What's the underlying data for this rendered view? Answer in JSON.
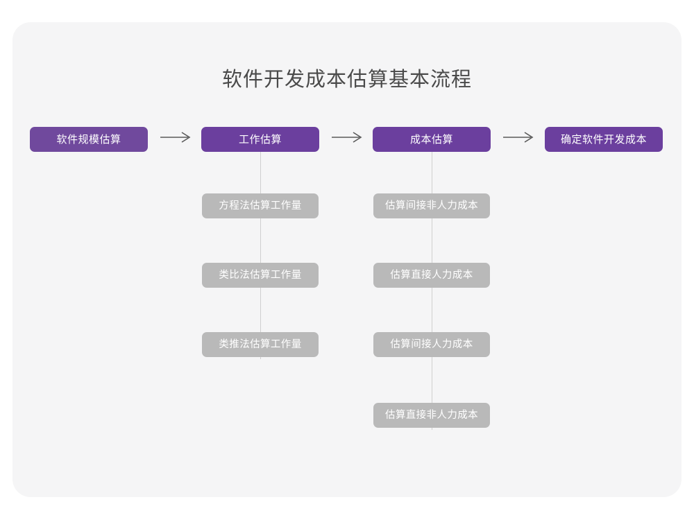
{
  "page": {
    "title": "软件开发成本估算基本流程",
    "background_color": "#ffffff",
    "card_color": "#f5f5f6",
    "accent_color": "#6b3f9e",
    "sub_node_color": "#b9b9b9",
    "connector_color": "#cfcfcf",
    "arrow_color": "#595959"
  },
  "chart_data": {
    "type": "diagram",
    "diagram_kind": "flowchart",
    "title": "软件开发成本估算基本流程",
    "orientation": "left-to-right with vertical sub-branches",
    "main_flow": [
      {
        "id": "step1",
        "label": "软件规模估算",
        "color": "#70499d",
        "sub_steps": []
      },
      {
        "id": "step2",
        "label": "工作估算",
        "color": "#6b3f9e",
        "sub_steps": [
          "方程法估算工作量",
          "类比法估算工作量",
          "类推法估算工作量"
        ]
      },
      {
        "id": "step3",
        "label": "成本估算",
        "color": "#6b3f9e",
        "sub_steps": [
          "估算间接非人力成本",
          "估算直接人力成本",
          "估算间接人力成本",
          "估算直接非人力成本"
        ]
      },
      {
        "id": "step4",
        "label": "确定软件开发成本",
        "color": "#6b3f9e",
        "sub_steps": []
      }
    ],
    "connectors": [
      {
        "from": "step1",
        "to": "step2",
        "glyph": "arrow-right"
      },
      {
        "from": "step2",
        "to": "step3",
        "glyph": "arrow-right"
      },
      {
        "from": "step3",
        "to": "step4",
        "glyph": "arrow-right"
      }
    ]
  },
  "nodes": {
    "step1": {
      "label": "软件规模估算"
    },
    "step2": {
      "label": "工作估算"
    },
    "step3": {
      "label": "成本估算"
    },
    "step4": {
      "label": "确定软件开发成本"
    },
    "step2_sub1": {
      "label": "方程法估算工作量"
    },
    "step2_sub2": {
      "label": "类比法估算工作量"
    },
    "step2_sub3": {
      "label": "类推法估算工作量"
    },
    "step3_sub1": {
      "label": "估算间接非人力成本"
    },
    "step3_sub2": {
      "label": "估算直接人力成本"
    },
    "step3_sub3": {
      "label": "估算间接人力成本"
    },
    "step3_sub4": {
      "label": "估算直接非人力成本"
    }
  }
}
